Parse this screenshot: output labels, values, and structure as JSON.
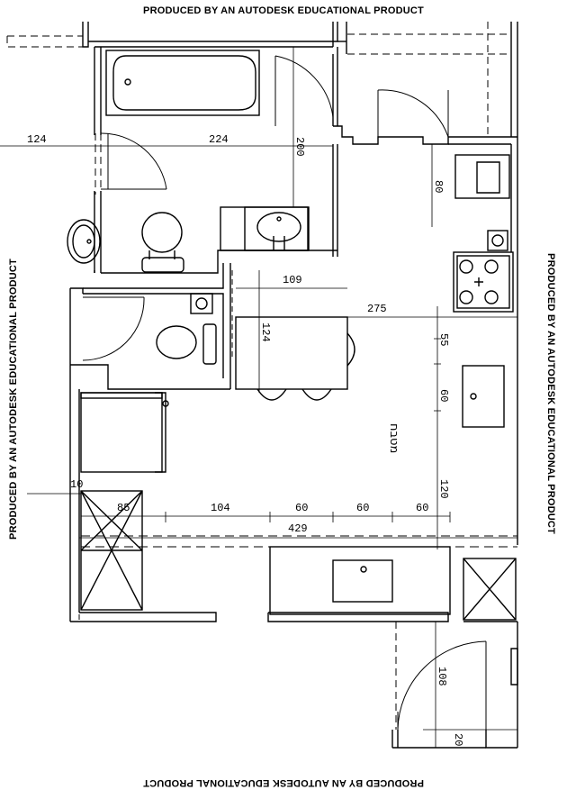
{
  "watermark": {
    "top": "PRODUCED BY AN AUTODESK EDUCATIONAL PRODUCT",
    "left": "PRODUCED BY AN AUTODESK EDUCATIONAL PRODUCT",
    "right": "PRODUCED BY AN AUTODESK EDUCATIONAL PRODUCT",
    "bottom": "PRODUCED BY AN AUTODESK EDUCATIONAL PRODUCT"
  },
  "dimensions": {
    "d124a": "124",
    "d224": "224",
    "d200": "200",
    "d80": "80",
    "d109": "109",
    "d124b": "124",
    "d275": "275",
    "d55": "55",
    "d60v": "60",
    "d120": "120",
    "d10": "10",
    "d85": "85",
    "d104": "104",
    "d60a": "60",
    "d60b": "60",
    "d60c": "60",
    "d429": "429",
    "d108": "108",
    "d20": "20"
  },
  "room_label": "מטבח"
}
